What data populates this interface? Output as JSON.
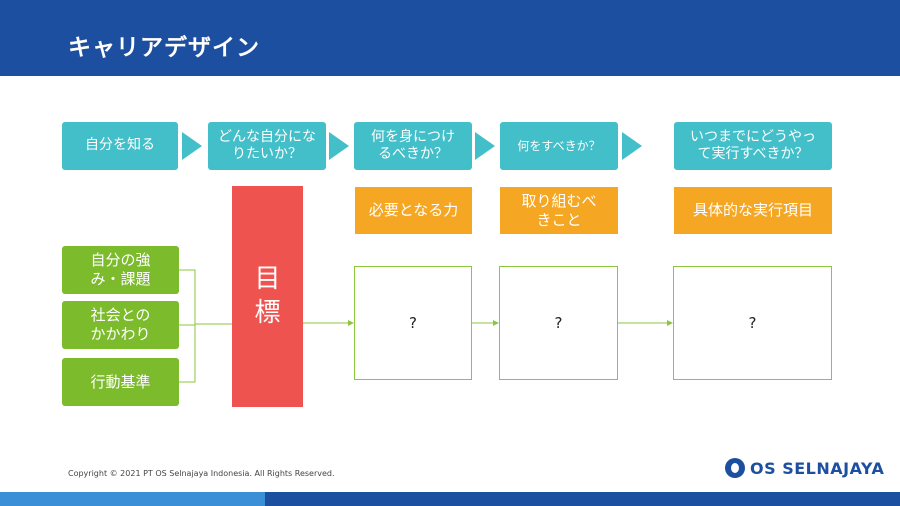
{
  "title": "キャリアデザイン",
  "steps": [
    "自分を知る",
    "どんな自分になりたいか？",
    "何を身につけるべきか？",
    "何をすべきか？",
    "いつまでにどうやって実行すべきか？"
  ],
  "categories": [
    "必要となる力",
    "取り組むべきこと",
    "具体的な実行項目"
  ],
  "inputs": [
    "自分の強み・課題",
    "社会とのかかわり",
    "行動基準"
  ],
  "goal": "目標",
  "unknowns": [
    "?",
    "?",
    "?"
  ],
  "copyright": "Copyright © 2021 PT OS Selnajaya Indonesia. All Rights Reserved.",
  "logo_text": "OS SELNAJAYA",
  "colors": {
    "header": "#1d4fa0",
    "teal": "#43bfc9",
    "orange": "#f5a623",
    "green": "#7cbb2c",
    "red": "#ef5350"
  }
}
